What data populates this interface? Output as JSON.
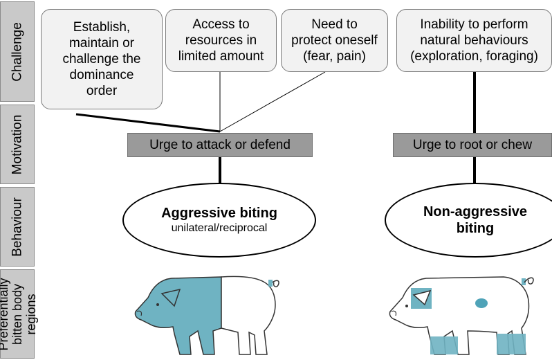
{
  "row_labels": {
    "challenge": "Challenge",
    "motivation": "Motivation",
    "behaviour": "Behaviour",
    "regions": "Preferentially\nbitten body\nregions"
  },
  "challenges": [
    "Establish,\nmaintain or\nchallenge the\ndominance\norder",
    "Access to\nresources in\nlimited amount",
    "Need to\nprotect oneself\n(fear, pain)",
    "Inability to perform\nnatural behaviours\n(exploration, foraging)"
  ],
  "motivations": {
    "left": "Urge to attack or defend",
    "right": "Urge to root or chew"
  },
  "behaviours": {
    "left_title": "Aggressive biting",
    "left_sub": "unilateral/reciprocal",
    "right_title": "Non-aggressive\nbiting"
  },
  "colors": {
    "label_bg": "#c9c9c9",
    "box_bg": "#f2f2f2",
    "motivation_bg": "#9a9a9a",
    "bitten_region": "#6fb3c2"
  }
}
